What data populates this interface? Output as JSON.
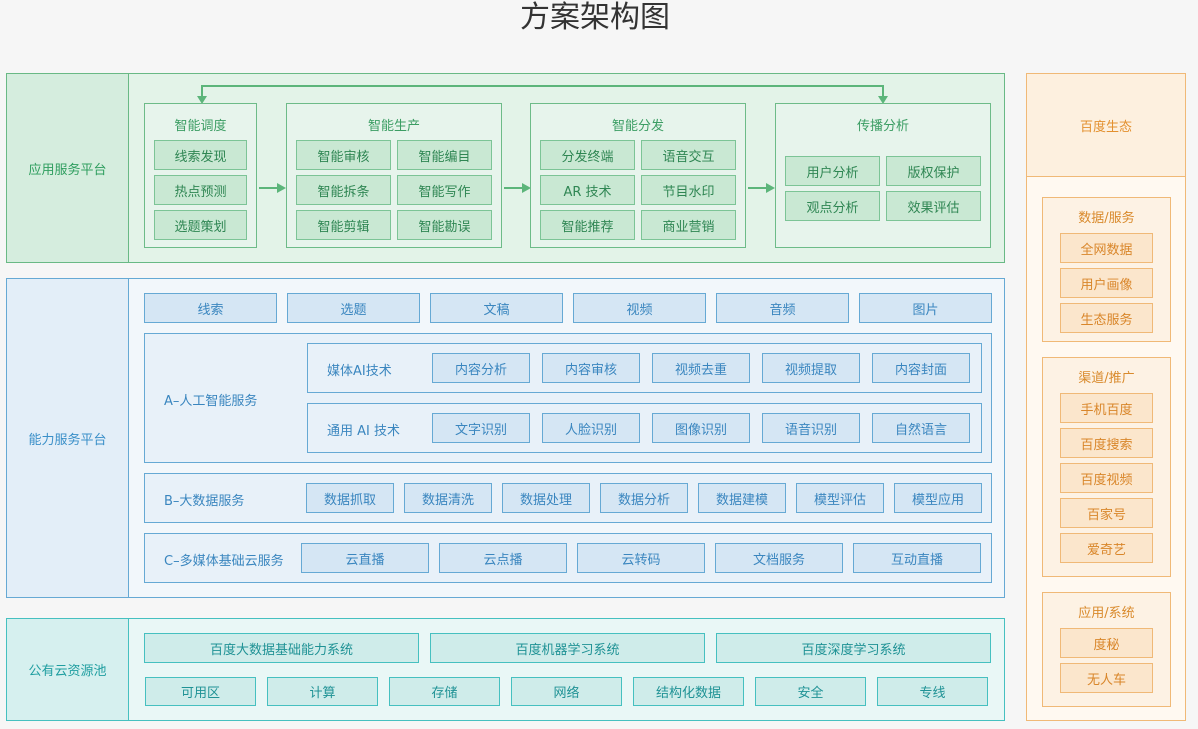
{
  "title": "方案架构图",
  "app_layer": {
    "label": "应用服务平台",
    "groups": [
      {
        "title": "智能调度",
        "items": [
          "线索发现",
          "热点预测",
          "选题策划"
        ]
      },
      {
        "title": "智能生产",
        "items": [
          "智能审核",
          "智能编目",
          "智能拆条",
          "智能写作",
          "智能剪辑",
          "智能勘误"
        ]
      },
      {
        "title": "智能分发",
        "items": [
          "分发终端",
          "语音交互",
          "AR 技术",
          "节目水印",
          "智能推荐",
          "商业营销"
        ]
      },
      {
        "title": "传播分析",
        "items": [
          "用户分析",
          "版权保护",
          "观点分析",
          "效果评估"
        ]
      }
    ]
  },
  "capability_layer": {
    "label": "能力服务平台",
    "top_row": [
      "线索",
      "选题",
      "文稿",
      "视频",
      "音频",
      "图片"
    ],
    "ai": {
      "label": "A–人工智能服务",
      "rows": [
        {
          "label": "媒体AI技术",
          "items": [
            "内容分析",
            "内容审核",
            "视频去重",
            "视频提取",
            "内容封面"
          ]
        },
        {
          "label": "通用 AI 技术",
          "items": [
            "文字识别",
            "人脸识别",
            "图像识别",
            "语音识别",
            "自然语言"
          ]
        }
      ]
    },
    "bigdata": {
      "label": "B–大数据服务",
      "items": [
        "数据抓取",
        "数据清洗",
        "数据处理",
        "数据分析",
        "数据建模",
        "模型评估",
        "模型应用"
      ]
    },
    "cloud": {
      "label": "C–多媒体基础云服务",
      "items": [
        "云直播",
        "云点播",
        "云转码",
        "文档服务",
        "互动直播"
      ]
    }
  },
  "cloud_pool": {
    "label": "公有云资源池",
    "systems": [
      "百度大数据基础能力系统",
      "百度机器学习系统",
      "百度深度学习系统"
    ],
    "resources": [
      "可用区",
      "计算",
      "存储",
      "网络",
      "结构化数据",
      "安全",
      "专线"
    ]
  },
  "ecosystem": {
    "title": "百度生态",
    "groups": [
      {
        "title": "数据/服务",
        "items": [
          "全网数据",
          "用户画像",
          "生态服务"
        ]
      },
      {
        "title": "渠道/推广",
        "items": [
          "手机百度",
          "百度搜索",
          "百度视频",
          "百家号",
          "爱奇艺"
        ]
      },
      {
        "title": "应用/系统",
        "items": [
          "度秘",
          "无人车"
        ]
      }
    ]
  },
  "colors": {
    "green": "#69b985",
    "blue": "#66a9d4",
    "teal": "#46c0c0",
    "orange": "#f0b977"
  }
}
